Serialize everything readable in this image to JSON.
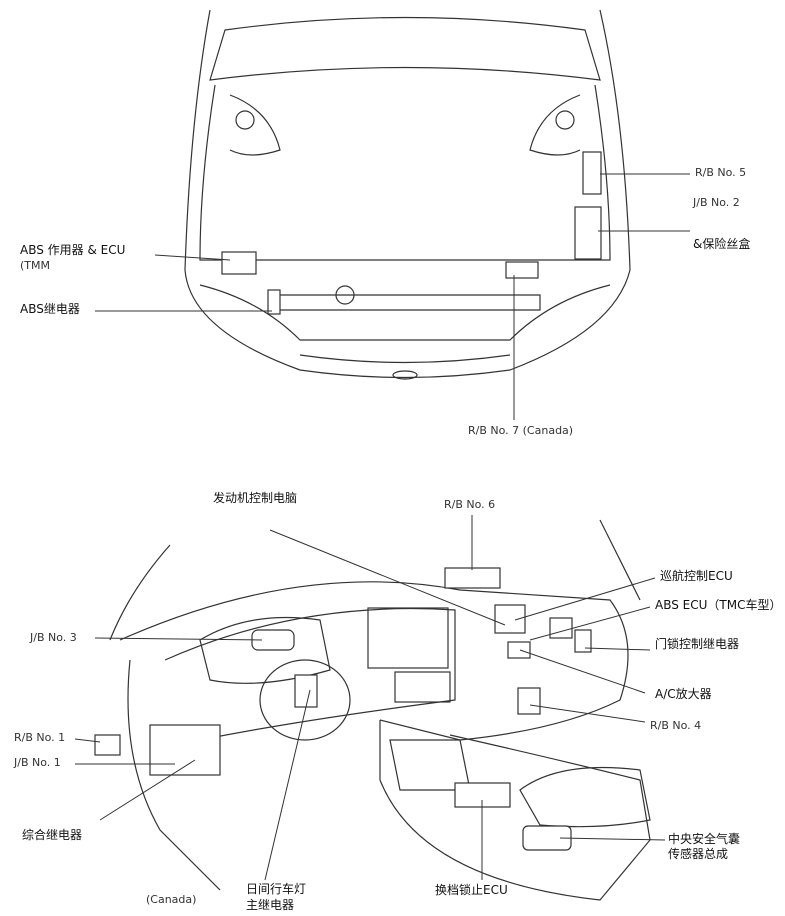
{
  "engine_bay": {
    "rb5": "R/B No. 5",
    "jb2_line1": "J/B No. 2",
    "jb2_line2": "&保险丝盒",
    "abs_actuator_line1": "ABS 作用器  & ECU",
    "abs_actuator_line2": "(TMM",
    "abs_relay": "ABS继电器",
    "rb7": "R/B No. 7 (Canada)"
  },
  "dashboard": {
    "engine_ecu": "发动机控制电脑",
    "rb6": "R/B No. 6",
    "cruise_ecu": "巡航控制ECU",
    "abs_ecu_tmc": "ABS ECU（TMC车型）",
    "jb3": "J/B No. 3",
    "door_lock_relay": "门锁控制继电器",
    "ac_amplifier": "A/C放大器",
    "rb4": "R/B No. 4",
    "rb1": "R/B No. 1",
    "jb1": "J/B No. 1",
    "integration_relay": "综合继电器",
    "airbag_line1": "中央安全气囊",
    "airbag_line2": "传感器总成",
    "canada": "(Canada)",
    "drl_line1": "日间行车灯",
    "drl_line2": "主继电器",
    "shift_lock_ecu": "换档锁止ECU"
  }
}
